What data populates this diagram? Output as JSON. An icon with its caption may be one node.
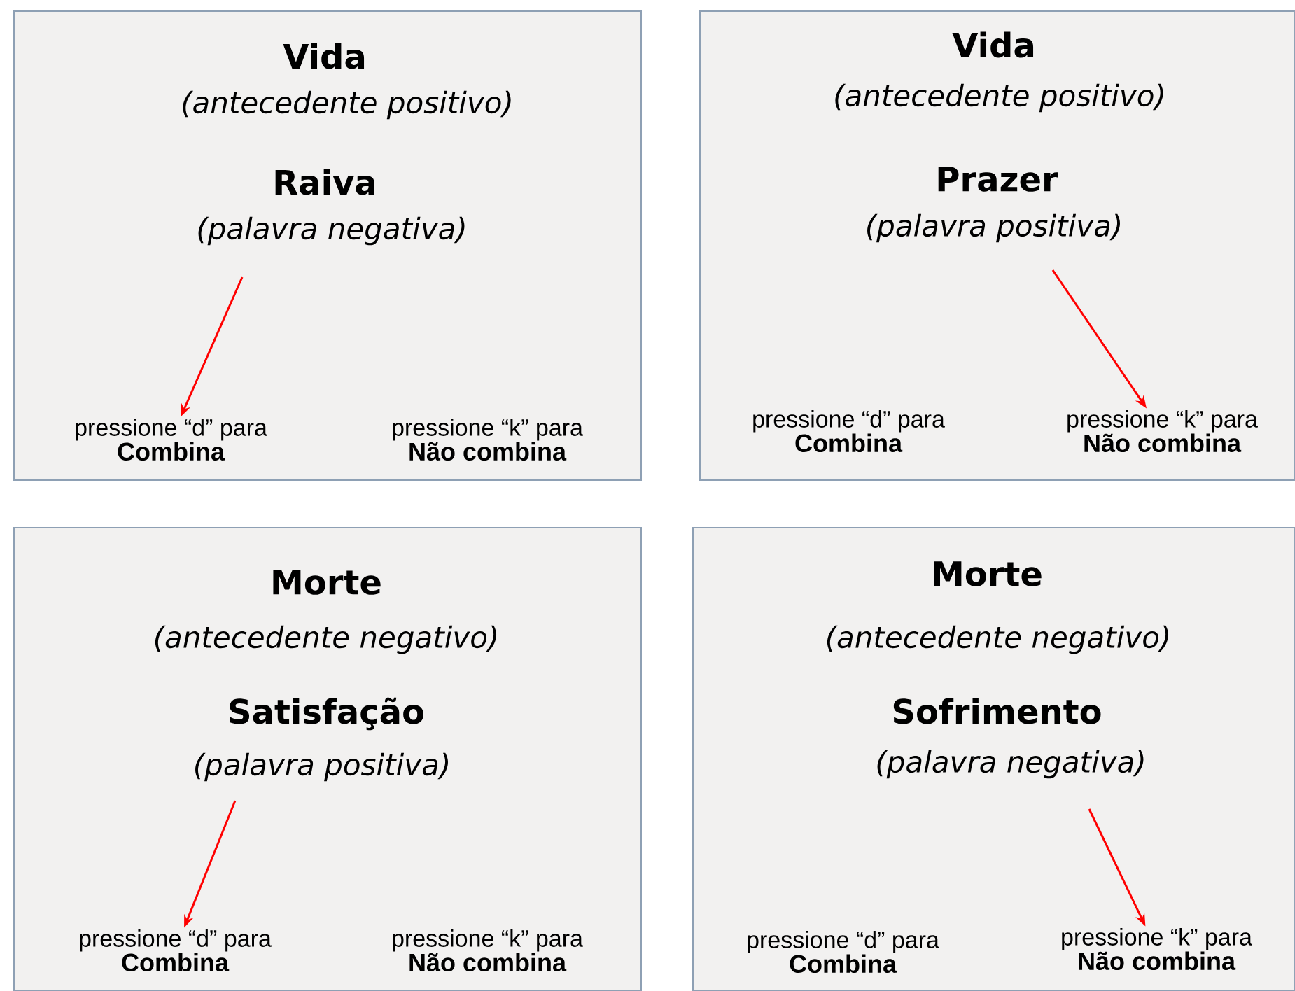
{
  "diagram": {
    "nodes": [
      {
        "text": [
          "Vida",
          "(antecedente positivo)",
          "Raiva",
          "(palavra negativa)"
        ]
      },
      {
        "text": [
          "pressione “d” para",
          "Combina"
        ],
        "in": 0
      },
      {
        "text": [
          "pressione “k” para",
          "Não combina"
        ],
        "in": 0
      },
      {
        "text": [
          "Vida",
          "(antecedente positivo)",
          "Prazer",
          "(palavra positiva)"
        ]
      },
      {
        "text": [
          "pressione “d” para",
          "Combina"
        ],
        "in": 3
      },
      {
        "text": [
          "pressione “k” para",
          "Não combina"
        ],
        "in": 3
      },
      {
        "text": [
          "Morte",
          "(antecedente negativo)",
          "Satisfação",
          "(palavra positiva)"
        ]
      },
      {
        "text": [
          "pressione “d” para",
          "Combina"
        ],
        "in": 6
      },
      {
        "text": [
          "pressione “k” para",
          "Não combina"
        ],
        "in": 6
      },
      {
        "text": [
          "Morte",
          "(antecedente negativo)",
          "Sofrimento",
          "(palavra negativa)"
        ]
      },
      {
        "text": [
          "pressione “d” para",
          "Combina"
        ],
        "in": 9
      },
      {
        "text": [
          "pressione “k” para",
          "Não combina"
        ],
        "in": 9
      }
    ],
    "edges": [
      {
        "from": null,
        "to": 1,
        "arrow": "to"
      },
      {
        "from": null,
        "to": 5,
        "arrow": "to"
      },
      {
        "from": null,
        "to": 7,
        "arrow": "to"
      },
      {
        "from": null,
        "to": 11,
        "arrow": "to"
      }
    ]
  }
}
